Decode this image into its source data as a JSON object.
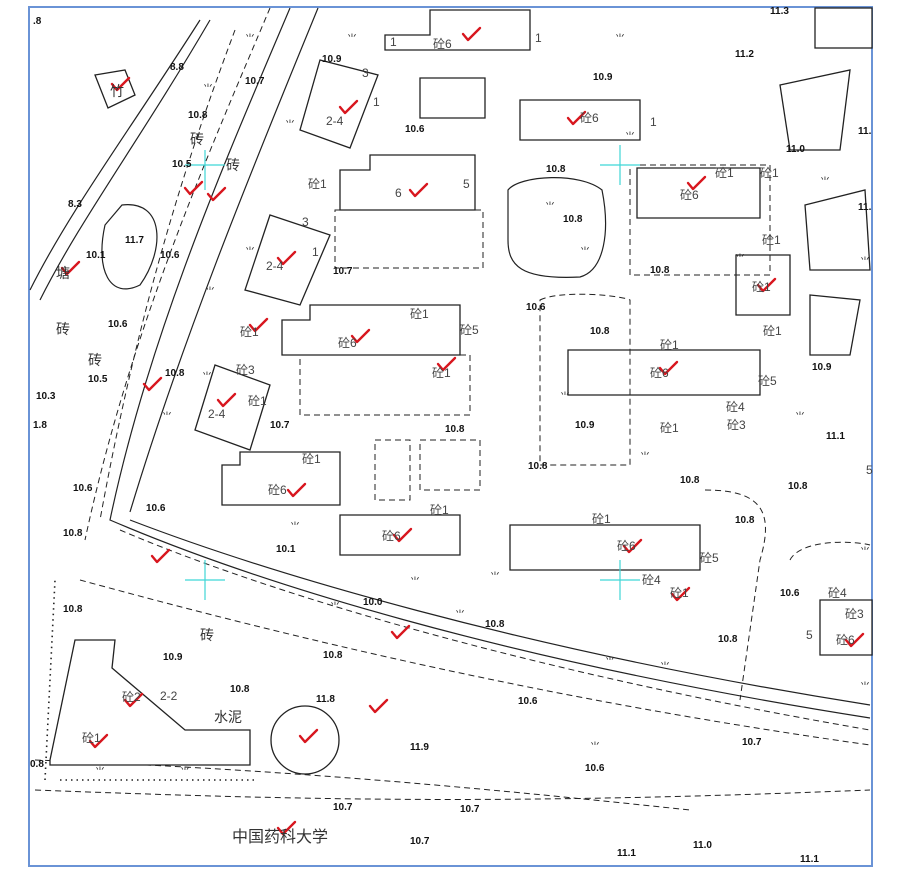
{
  "map": {
    "title_label": "中国药科大学",
    "elevations": [
      ".8",
      "8.8",
      "10.7",
      "10.9",
      "10.8",
      "10.6",
      "10.5",
      "8.3",
      "11.7",
      "10.1",
      "10.6",
      "10.7",
      "10.6",
      "10.5",
      "10.8",
      "10.3",
      "1.8",
      "10.7",
      "10.8",
      "10.8",
      "10.8",
      "10.9",
      "11.3",
      "11.2",
      "11.0",
      "11.",
      "11.",
      "10.8",
      "10.6",
      "10.8",
      "10.9",
      "10.9",
      "11.1",
      "10.8",
      "10.6",
      "10.6",
      "10.8",
      "10.1",
      "10.0",
      "10.8",
      "10.9",
      "10.8",
      "10.8",
      "11.8",
      "11.9",
      "10.7",
      "10.7",
      "0.8",
      "10.8",
      "10.8",
      "10.8",
      "10.6",
      "10.8",
      "10.8",
      "10.6",
      "10.7",
      "10.6",
      "10.7",
      "11.1",
      "11.0",
      "11.1"
    ],
    "building_labels": [
      "砼6",
      "1",
      "1",
      "3",
      "2-4",
      "1",
      "砼6",
      "1",
      "6",
      "5",
      "砼1",
      "3",
      "2-4",
      "1",
      "砼6",
      "砼1",
      "砼1",
      "砼1",
      "砼1",
      "砼1",
      "砼1",
      "砼5",
      "砼6",
      "砼1",
      "砼1",
      "砼3",
      "2-4",
      "砼1",
      "砼1",
      "砼6",
      "砼5",
      "砼4",
      "砼3",
      "砼1",
      "砼1",
      "砼6",
      "砼1",
      "砼6",
      "砼1",
      "砼6",
      "砼5",
      "砼4",
      "砼1",
      "砼4",
      "砼3",
      "5",
      "砼6",
      "砼2",
      "2-2",
      "砼1",
      "5"
    ],
    "place_labels": [
      "竹",
      "砖",
      "砖",
      "塘",
      "砖",
      "砖",
      "砖",
      "水泥"
    ],
    "check_color": "#d8161e",
    "marker_color": "#3fd6d6"
  }
}
